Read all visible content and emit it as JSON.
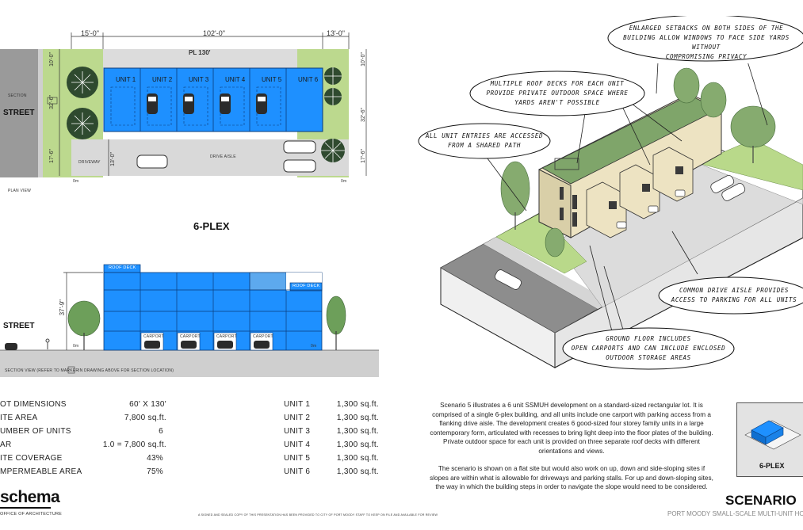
{
  "plan": {
    "dimensions": {
      "left": "15'-0\"",
      "middle": "102'-0\"",
      "right": "13'-0\""
    },
    "pl_label": "PL 130'",
    "side_dims": [
      "10'-0\"",
      "32'-6\"",
      "17'-6\"",
      "13'-0\"",
      "10'-0\"",
      "32'-6\"",
      "17'-6\""
    ],
    "units": [
      "UNIT 1",
      "UNIT 2",
      "UNIT 3",
      "UNIT 4",
      "UNIT 5",
      "UNIT 6"
    ],
    "section_label": "SECTION",
    "street": "STREET",
    "driveway": "DRIVEWAY",
    "drive_aisle": "DRIVE AISLE",
    "plan_view": "PLAN VIEW",
    "zero_left": "0m",
    "zero_right": "0m"
  },
  "title_6plex": "6-PLEX",
  "section": {
    "roof_deck_1": "ROOF DECK",
    "roof_deck_2": "ROOF DECK",
    "height": "37'-9\"",
    "street": "STREET",
    "carports": [
      "CARPORT",
      "CARPORT",
      "CARPORT",
      "CARPORT"
    ],
    "zero_left": "0m",
    "zero_right": "0m",
    "caption": "SECTION VIEW (REFER TO MARKER",
    "caption_2": "IN DRAWING ABOVE FOR SECTION LOCATION)"
  },
  "stats_left": [
    {
      "label": "OT DIMENSIONS",
      "value": "60' X 130'"
    },
    {
      "label": "ITE AREA",
      "value": "7,800 sq.ft."
    },
    {
      "label": "UMBER OF UNITS",
      "value": "6"
    },
    {
      "label": "AR",
      "value": "1.0 = 7,800 sq.ft."
    },
    {
      "label": "ITE COVERAGE",
      "value": "43%"
    },
    {
      "label": "MPERMEABLE AREA",
      "value": "75%"
    }
  ],
  "stats_right": [
    {
      "label": "UNIT 1",
      "value": "1,300 sq.ft."
    },
    {
      "label": "UNIT 2",
      "value": "1,300 sq.ft."
    },
    {
      "label": "UNIT 3",
      "value": "1,300 sq.ft."
    },
    {
      "label": "UNIT 4",
      "value": "1,300 sq.ft."
    },
    {
      "label": "UNIT 5",
      "value": "1,300 sq.ft."
    },
    {
      "label": "UNIT 6",
      "value": "1,300 sq.ft."
    }
  ],
  "logo": {
    "name": "schema",
    "tagline": "OFFICE OF ARCHITECTURE"
  },
  "footer_note": "A SIGNED AND SEALED COPY OF THIS PRESENTATION HAS BEEN PROVIDED TO CITY OF PORT MOODY STAFF TO KEEP ON FILE AND AVAILABLE FOR REVIEW",
  "callouts": {
    "setbacks": "ENLARGED SETBACKS ON BOTH SIDES OF THE\nBUILDING ALLOW WINDOWS TO FACE SIDE YARDS WITHOUT\nCOMPROMISING PRIVACY",
    "roof_decks": "MULTIPLE ROOF DECKS FOR EACH UNIT\nPROVIDE PRIVATE OUTDOOR SPACE WHERE\nYARDS AREN'T POSSIBLE",
    "entries": "ALL UNIT ENTRIES ARE ACCESSED\nFROM A SHARED PATH",
    "drive_aisle": "COMMON DRIVE AISLE PROVIDES\nACCESS TO PARKING FOR ALL UNITS",
    "ground_floor": "GROUND FLOOR INCLUDES\nOPEN CARPORTS AND CAN INCLUDE ENCLOSED\nOUTDOOR STORAGE AREAS"
  },
  "description": {
    "p1": "Scenario 5 illustrates a 6 unit SSMUH development on a standard-sized rectangular lot. It is comprised of a single 6-plex building, and all units include one carport with parking access from a flanking drive aisle. The development creates 6 good-sized four storey family units in a large contemporary form, articulated with recesses to bring light deep into the floor plates of the building. Private outdoor space for each unit is provided on three separate roof decks with different orientations and views.",
    "p2": "The scenario is shown on a flat site but would also work on up, down and side-sloping sites if slopes are within what is allowable for driveways and parking stalls. For up and down-sloping sites, the way in which the building steps in order to navigate the slope would need to be considered."
  },
  "key_label": "6-PLEX",
  "scenario_title": "SCENARIO",
  "subtitle": "PORT MOODY SMALL-SCALE MULTI-UNIT HOUSI",
  "colors": {
    "building_blue": "#1e90ff",
    "grass": "#b9d98a",
    "asphalt": "#d8d8d8",
    "iso_roof_green": "#7fa56a"
  }
}
